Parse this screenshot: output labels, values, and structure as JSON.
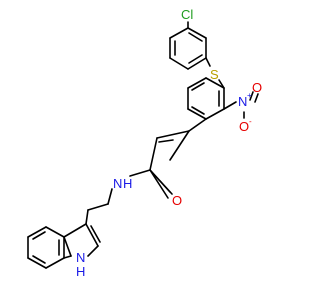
{
  "molecule": {
    "atoms": {
      "cl": "Cl",
      "s": "S",
      "n_nitro": "N",
      "n_nitro_charge": "+",
      "o_nitro_minus": "O",
      "o_nitro_minus_charge": "-",
      "o_nitro": "O",
      "o_amide": "O",
      "n_amide": "N",
      "h_amide": "H",
      "n_indole": "N",
      "h_indole": "H"
    }
  },
  "colors": {
    "bond": "#000000",
    "chlorine": "#1f9c1f",
    "sulfur": "#b8a000",
    "nitrogen": "#1a1ae6",
    "oxygen": "#e60000",
    "carbon": "#000000"
  }
}
